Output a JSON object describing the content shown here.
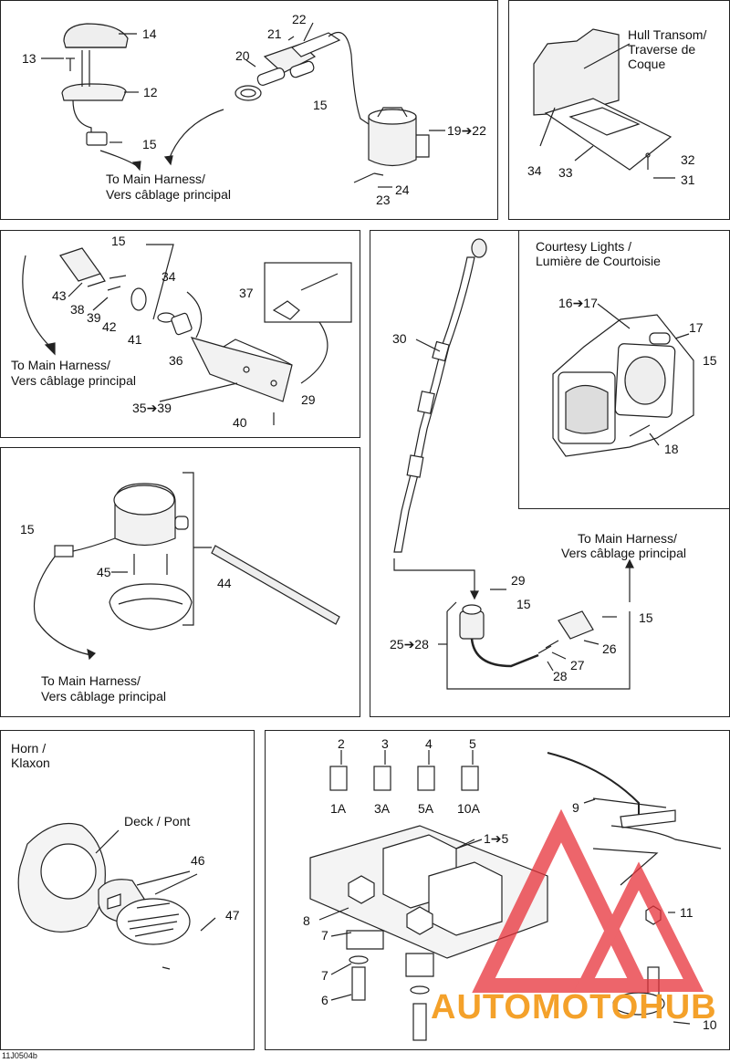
{
  "diagram_code": "11J0504b",
  "watermark": "AUTOMOTOHUB",
  "colors": {
    "line": "#222222",
    "watermark_red": "#e8323a",
    "watermark_orange": "#f4a12a"
  },
  "panels": {
    "bilge_top": {
      "labels": [
        "14",
        "13",
        "12",
        "15",
        "22",
        "21",
        "20",
        "15",
        "19➔22",
        "23",
        "24"
      ],
      "harness_caption": [
        "To Main Harness/",
        "Vers câblage principal"
      ]
    },
    "hull_transom": {
      "title": [
        "Hull Transom/",
        "Traverse de",
        "Coque"
      ],
      "labels": [
        "34",
        "33",
        "32",
        "31"
      ]
    },
    "connector_panel": {
      "labels": [
        "15",
        "34",
        "43",
        "37",
        "38",
        "39",
        "42",
        "41",
        "36",
        "35➔39",
        "29",
        "40"
      ],
      "harness_caption": [
        "To Main Harness/",
        "Vers câblage principal"
      ]
    },
    "antenna": {
      "labels": [
        "30"
      ]
    },
    "courtesy": {
      "title": [
        "Courtesy Lights /",
        "Lumière de Courtoisie"
      ],
      "labels": [
        "16➔17",
        "17",
        "15",
        "18"
      ]
    },
    "bilge_pump": {
      "labels": [
        "15",
        "45",
        "44"
      ],
      "harness_caption": [
        "To Main Harness/",
        "Vers câblage principal"
      ]
    },
    "socket": {
      "harness_caption": [
        "To Main Harness/",
        "Vers câblage principal"
      ],
      "labels": [
        "29",
        "15",
        "15",
        "25➔28",
        "26",
        "27",
        "28"
      ]
    },
    "horn": {
      "title": [
        "Horn /",
        "Klaxon"
      ],
      "deck_caption": "Deck / Pont",
      "labels": [
        "46",
        "47"
      ]
    },
    "fuse_box": {
      "fuses": [
        {
          "num": "2",
          "amp": "1A"
        },
        {
          "num": "3",
          "amp": "3A"
        },
        {
          "num": "4",
          "amp": "5A"
        },
        {
          "num": "5",
          "amp": "10A"
        }
      ],
      "labels": [
        "9",
        "1➔5",
        "8",
        "7",
        "7",
        "6",
        "11",
        "10"
      ]
    }
  }
}
